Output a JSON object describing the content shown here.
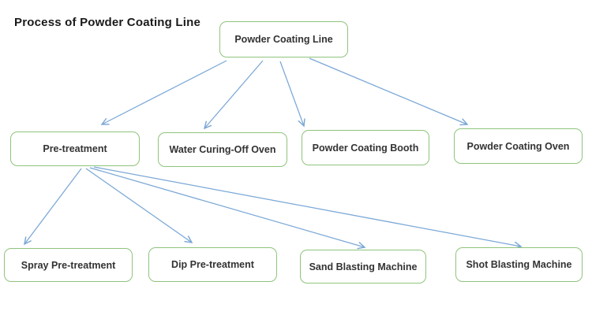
{
  "title": "Process of Powder Coating Line",
  "colors": {
    "box_border": "#8fc47c",
    "arrow": "#7aa7d6",
    "text": "#333333",
    "title": "#1a1a1a"
  },
  "chart_data": {
    "type": "table",
    "title": "Process of Powder Coating Line",
    "hierarchy": {
      "root": "Powder Coating Line",
      "children": [
        {
          "label": "Pre-treatment",
          "children": [
            "Spray Pre-treatment",
            "Dip Pre-treatment",
            "Sand Blasting Machine",
            "Shot Blasting Machine"
          ]
        },
        {
          "label": "Water Curing-Off Oven",
          "children": []
        },
        {
          "label": "Powder Coating Booth",
          "children": []
        },
        {
          "label": "Powder Coating Oven",
          "children": []
        }
      ]
    }
  },
  "diagram": {
    "root": {
      "label": "Powder Coating Line"
    },
    "level2": [
      {
        "label": "Pre-treatment"
      },
      {
        "label": "Water Curing-Off Oven"
      },
      {
        "label": "Powder Coating Booth"
      },
      {
        "label": "Powder Coating Oven"
      }
    ],
    "level3": [
      {
        "label": "Spray Pre-treatment"
      },
      {
        "label": "Dip Pre-treatment"
      },
      {
        "label": "Sand Blasting Machine"
      },
      {
        "label": "Shot Blasting Machine"
      }
    ]
  }
}
